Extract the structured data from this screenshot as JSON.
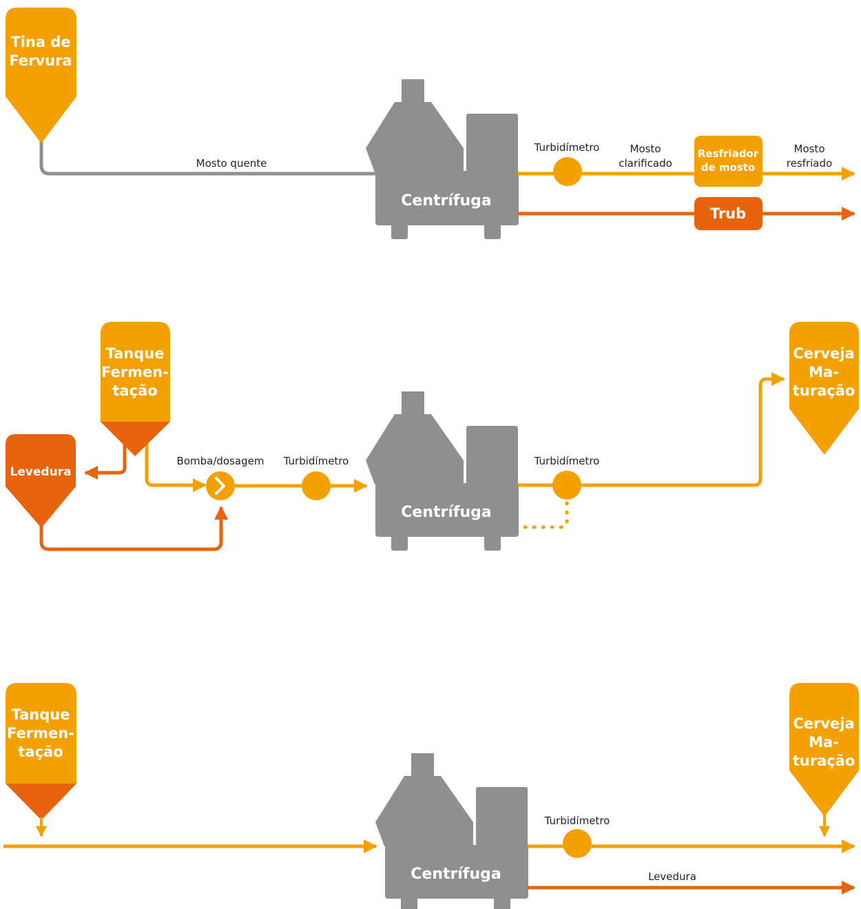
{
  "colors": {
    "orange": "#f4a000",
    "dark_orange": "#e8640c",
    "gray": "#8f8f8f",
    "text": "#222222"
  },
  "diagram1": {
    "tank_line1": "Tina de",
    "tank_line2": "Fervura",
    "hot_wort_label": "Mosto quente",
    "centrifuge_label": "Centrífuga",
    "turbidimeter_label": "Turbidímetro",
    "clarified_line1": "Mosto",
    "clarified_line2": "clarificado",
    "cooler_line1": "Resfriador",
    "cooler_line2": "de mosto",
    "cooled_line1": "Mosto",
    "cooled_line2": "resfriado",
    "trub_label": "Trub"
  },
  "diagram2": {
    "ferment_line1": "Tanque",
    "ferment_line2": "Fermen-",
    "ferment_line3": "tação",
    "yeast_label": "Levedura",
    "pump_label": "Bomba/dosagem",
    "turbidimeter_in_label": "Turbidímetro",
    "centrifuge_label": "Centrífuga",
    "turbidimeter_out_label": "Turbidímetro",
    "beer_line1": "Cerveja",
    "beer_line2": "Ma-",
    "beer_line3": "turação"
  },
  "diagram3": {
    "ferment_line1": "Tanque",
    "ferment_line2": "Fermen-",
    "ferment_line3": "tação",
    "centrifuge_label": "Centrífuga",
    "turbidimeter_label": "Turbidímetro",
    "yeast_label": "Levedura",
    "beer_line1": "Cerveja",
    "beer_line2": "Ma-",
    "beer_line3": "turação"
  }
}
